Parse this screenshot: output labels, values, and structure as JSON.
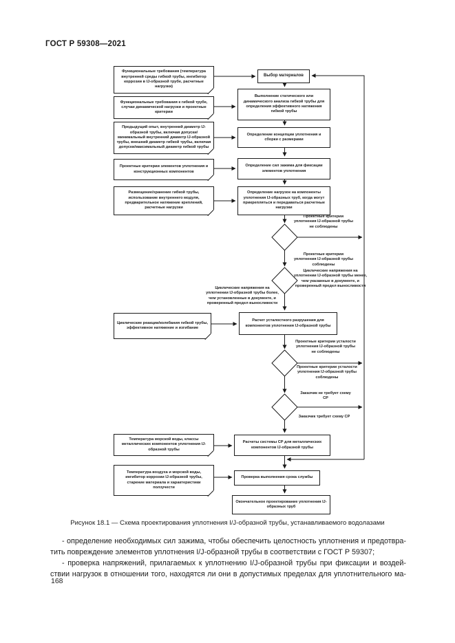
{
  "colors": {
    "ink": "#1a1a1a",
    "paper": "#ffffff"
  },
  "page": {
    "header": "ГОСТ Р 59308—2021",
    "page_number": "168"
  },
  "figure": {
    "caption": "Рисунок 18.1 — Схема проектирования уплотнения I/J-образной трубы, устанавливаемого водолазами",
    "inputs": [
      "Функциональные требования (температура внутренней среды гибкой трубы, ингибитор коррозии в IJ-образной трубе, расчетные нагрузки)",
      "Функциональные требования к гибкой трубе, случаи динамической нагрузки и проектные критерии",
      "Предыдущий опыт, внутренний диаметр IJ-образной трубы, включая допуски/минимальный внутренний диаметр IJ-образной трубы, внешний диаметр гибкой трубы, включая допуски/максимальный диаметр гибкой трубы",
      "Проектные критерии элементов уплотнения и конструкционных компонентов",
      "Размещение/хранение гибкой трубы, использование внутреннего модуля, предварительное натяжение креплений, расчетные нагрузки",
      "Циклические реакции/колебания гибкой трубы, эффективное натяжение и изгибание",
      "Температура морской воды, классы металлических компонентов уплотнения IJ-образной трубы",
      "Температура воздуха и морской воды, ингибитор коррозии IJ-образной трубы, старение материала и характеристики ползучести"
    ],
    "processes": [
      "Выбор материалов",
      "Выполнение статического или динамического анализа гибкой трубы для определения эффективного натяжения гибкой трубы",
      "Определение концепции уплотнения и сборки с размерами",
      "Определение сил зажима для фиксации элементов уплотнения",
      "Определение нагрузок на компоненты уплотнения IJ-образных труб, когда могут прикрепляться и передаваться расчетные нагрузки",
      "Расчет усталостного разрушения для компонентов уплотнения IJ-образной трубы",
      "Расчеты системы СР для металлических компонентов IJ-образной трубы",
      "Проверка выполнения срока службы",
      "Окончательное проектирование уплотнения IJ-образных труб"
    ],
    "decisions": {
      "d1_no": "Проектные критерии уплотнения IJ-образной трубы не соблюдены",
      "d1_yes": "Проектные критерии уплотнения IJ-образной трубы соблюдены",
      "d2_right": "Циклические напряжения на уплотнении IJ-образной трубы менее, чем указанные в документе, и проверенный предел выносливости",
      "d2_left": "Циклические напряжения на уплотнении IJ-образной трубы более, чем установленные в документе, и проверенный предел выносливости",
      "d3_no": "Проектные критерии усталости уплотнения IJ-образной трубы не соблюдены",
      "d3_yes": "Проектные критерии усталости уплотнения IJ-образной трубы соблюдены",
      "d4_no": "Заказчик не требует схему СР",
      "d4_yes": "Заказчик требует схему СР"
    }
  },
  "body": {
    "para1_line1": "- определение необходимых сил зажима, чтобы обеспечить целостность уплотнения и предотвра-",
    "para1_line2": "тить повреждение элементов уплотнения I/J-образной трубы в соответствии с ГОСТ Р 59307;",
    "para2_line1": "- проверка напряжений, прилагаемых к уплотнению I/J-образной трубы при фиксации и воздей-",
    "para2_line2": "ствии нагрузок в отношении того, находятся ли они в допустимых пределах для уплотнительного ма-"
  }
}
